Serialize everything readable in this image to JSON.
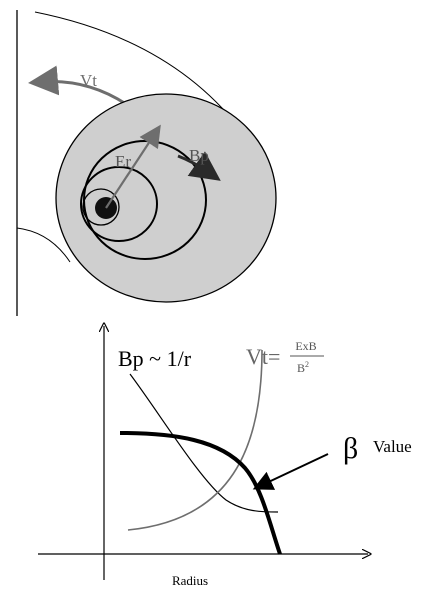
{
  "top_diagram": {
    "label_vt": "Vt",
    "label_er": "Er",
    "label_bp": "Bp"
  },
  "graph": {
    "label_bp_relation": "Bp ~ 1/r",
    "label_vt_prefix": "Vt=",
    "label_vt_numerator": "ExB",
    "label_vt_denominator_base": "B",
    "label_vt_denominator_exp": "2",
    "beta_symbol": "β",
    "beta_text": "Value",
    "x_axis_label": "Radius"
  },
  "colors": {
    "disk_fill": "#cfcfcf",
    "core_fill": "#111111",
    "gray_arrow": "#6e6e6e",
    "dark_arrow": "#2a2a2a"
  }
}
